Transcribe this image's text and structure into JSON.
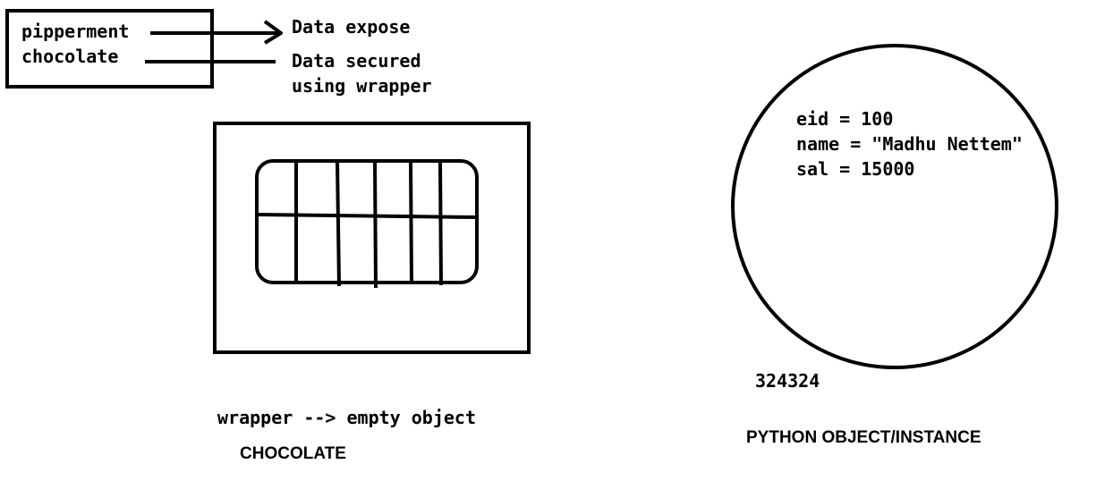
{
  "box_labels": {
    "line1": "pipperment",
    "line2": "chocolate"
  },
  "arrow_labels": {
    "exposed": "Data expose",
    "secured_line1": "Data secured",
    "secured_line2": "using wrapper"
  },
  "chocolate_caption": {
    "line1": "wrapper --> empty object",
    "line2": "CHOCOLATE"
  },
  "object_attributes": [
    "eid = 100",
    "name = \"Madhu Nettem\"",
    "sal = 15000"
  ],
  "object_id": "324324",
  "object_caption": "PYTHON OBJECT/INSTANCE",
  "colors": {
    "stroke": "#000000",
    "background": "#ffffff"
  }
}
